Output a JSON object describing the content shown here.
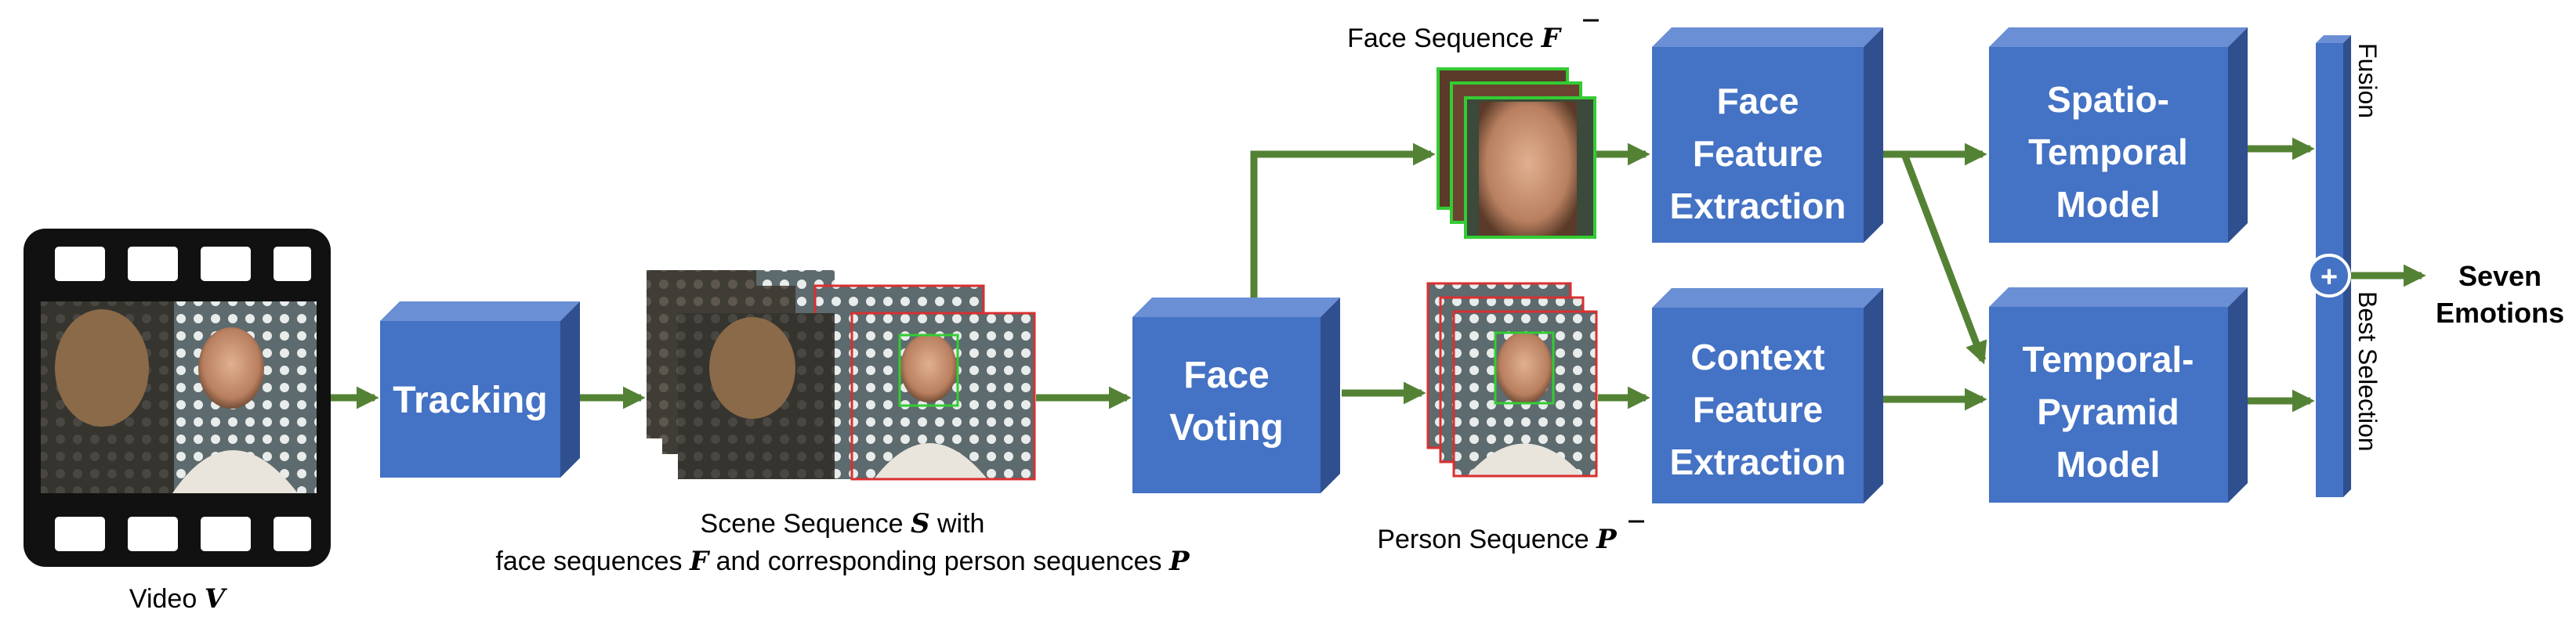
{
  "colors": {
    "box_front": "#4472C4",
    "box_top": "#6B8FD4",
    "box_side": "#2F4F8F",
    "arrow": "#548235",
    "face_frame": "#33CC33",
    "person_frame": "#D93030"
  },
  "video": {
    "caption": "Video ",
    "var": "V"
  },
  "scene": {
    "caption_line1": "Scene Sequence ",
    "var_s": "S",
    "caption_line1_suffix": " with",
    "caption_line2_a": "face sequences ",
    "var_f": "F",
    "caption_line2_b": " and corresponding person sequences ",
    "var_p": "P"
  },
  "face_sequence": {
    "caption": "Face  Sequence ",
    "var": "F"
  },
  "person_sequence": {
    "caption": "Person Sequence ",
    "var": "P"
  },
  "boxes": {
    "tracking": [
      "Tracking"
    ],
    "face_voting": [
      "Face",
      "Voting"
    ],
    "face_feature": [
      "Face",
      "Feature",
      "Extraction"
    ],
    "context_feature": [
      "Context",
      "Feature",
      "Extraction"
    ],
    "spatio_temporal": [
      "Spatio-",
      "Temporal",
      "Model"
    ],
    "temporal_pyramid": [
      "Temporal-",
      "Pyramid",
      "Model"
    ]
  },
  "fusion_bar": {
    "top_label": "Fusion",
    "bottom_label": "Best Selection",
    "plus": "+"
  },
  "output": [
    "Seven",
    "Emotions"
  ]
}
